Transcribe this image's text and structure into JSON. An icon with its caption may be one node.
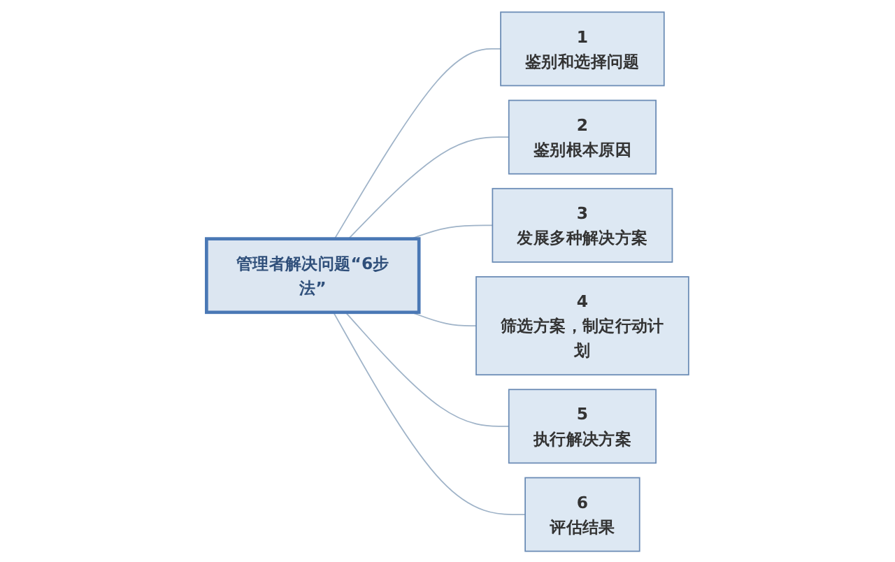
{
  "diagram": {
    "nodes": [
      {
        "text": [
          "管理者解决问题“6步法”"
        ]
      },
      {
        "text": [
          "1",
          "鉴别和选择问题"
        ]
      },
      {
        "text": [
          "2",
          "鉴别根本原因"
        ]
      },
      {
        "text": [
          "3",
          "发展多种解决方案"
        ]
      },
      {
        "text": [
          "4",
          "筛选方案，制定行动计划"
        ]
      },
      {
        "text": [
          "5",
          "执行解决方案"
        ]
      },
      {
        "text": [
          "6",
          "评估结果"
        ]
      }
    ],
    "edges": [
      {
        "from": 0,
        "to": 1,
        "arrow": "none"
      },
      {
        "from": 0,
        "to": 2,
        "arrow": "none"
      },
      {
        "from": 0,
        "to": 3,
        "arrow": "none"
      },
      {
        "from": 0,
        "to": 4,
        "arrow": "none"
      },
      {
        "from": 0,
        "to": 5,
        "arrow": "none"
      },
      {
        "from": 0,
        "to": 6,
        "arrow": "none"
      }
    ]
  }
}
